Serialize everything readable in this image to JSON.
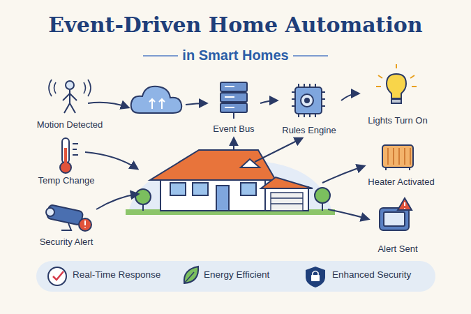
{
  "diagram": {
    "title": "Event-Driven Home Automation",
    "nodes": [
      {
        "text": [
          "Motion Detected"
        ]
      },
      {
        "text": [
          "Event Bus"
        ]
      },
      {
        "text": [
          "Rules Engine"
        ]
      },
      {
        "text": [
          "Lights Turn On"
        ]
      },
      {
        "text": [
          "Temp Change"
        ]
      },
      {
        "text": [
          "Heater Activated"
        ]
      },
      {
        "text": [
          "Security Alert"
        ]
      },
      {
        "text": [
          "Alert Sent"
        ]
      },
      {
        "text": [
          "Real-Time Response",
          "Energy Efficient",
          "Enhanced Security"
        ]
      }
    ],
    "edges": [
      {
        "from": 1,
        "to": 2,
        "arrow": "to"
      },
      {
        "from": 2,
        "to": 3,
        "arrow": "to"
      }
    ],
    "labels": [
      "in Smart Homes"
    ]
  }
}
